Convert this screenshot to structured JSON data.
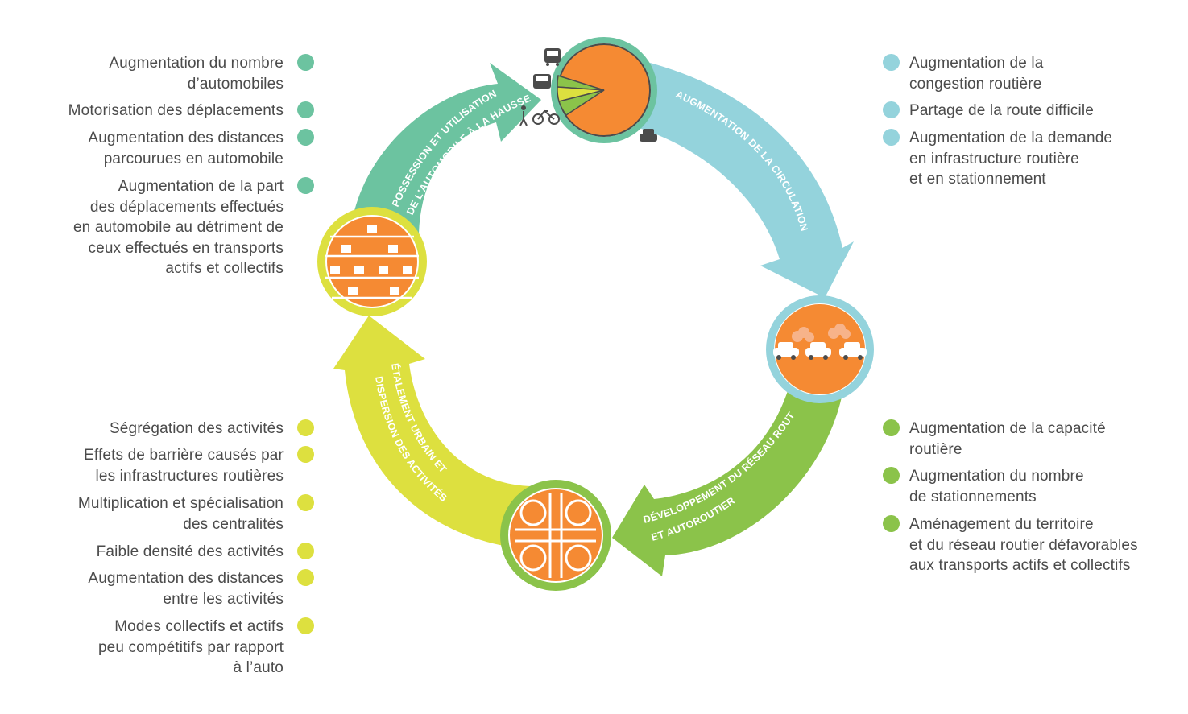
{
  "colors": {
    "teal": "#6cc3a0",
    "blue": "#94d3dc",
    "green": "#8bc34a",
    "yellow": "#dde03f",
    "orange": "#f58a33",
    "text": "#4b4b4b"
  },
  "arrows": {
    "top_left": "POSSESSION ET UTILISATION\nDE L’AUTOMOBILE À LA HAUSSE",
    "top_right": "AUGMENTATION DE LA CIRCULATION",
    "bottom_right": "DÉVELOPPEMENT DU RÉSEAU ROUTIER\nET AUTOROUTIER",
    "bottom_left": "ÉTALEMENT URBAIN ET\nDISPERSION DES ACTIVITÉS"
  },
  "pie_chart": {
    "modes": [
      "bus-icon",
      "tram-icon",
      "pedestrian-bicycle-icon",
      "car-icon"
    ]
  },
  "nodes": {
    "top": "pie-chart-node",
    "right": "traffic-cars-node",
    "bottom": "highway-interchange-node",
    "left": "dispersed-houses-node"
  },
  "lists": {
    "top_left": [
      "Augmentation du nombre\nd’automobiles",
      "Motorisation des déplacements",
      "Augmentation des distances\nparcourues en automobile",
      "Augmentation de la part\ndes déplacements effectués\nen automobile au détriment de\nceux effectués en transports\nactifs et collectifs"
    ],
    "top_right": [
      "Augmentation de la\ncongestion routière",
      "Partage de la route difficile",
      "Augmentation de la demande\nen infrastructure routière\net en stationnement"
    ],
    "bottom_left": [
      "Ségrégation des activités",
      "Effets de barrière causés par\nles infrastructures routières",
      "Multiplication et spécialisation\ndes centralités",
      "Faible densité des activités",
      "Augmentation des distances\nentre les activités",
      "Modes collectifs et actifs\npeu compétitifs par rapport\nà l’auto"
    ],
    "bottom_right": [
      "Augmentation de la capacité\nroutière",
      "Augmentation du nombre\nde stationnements",
      "Aménagement du territoire\net du réseau routier défavorables\naux transports actifs et collectifs"
    ]
  }
}
